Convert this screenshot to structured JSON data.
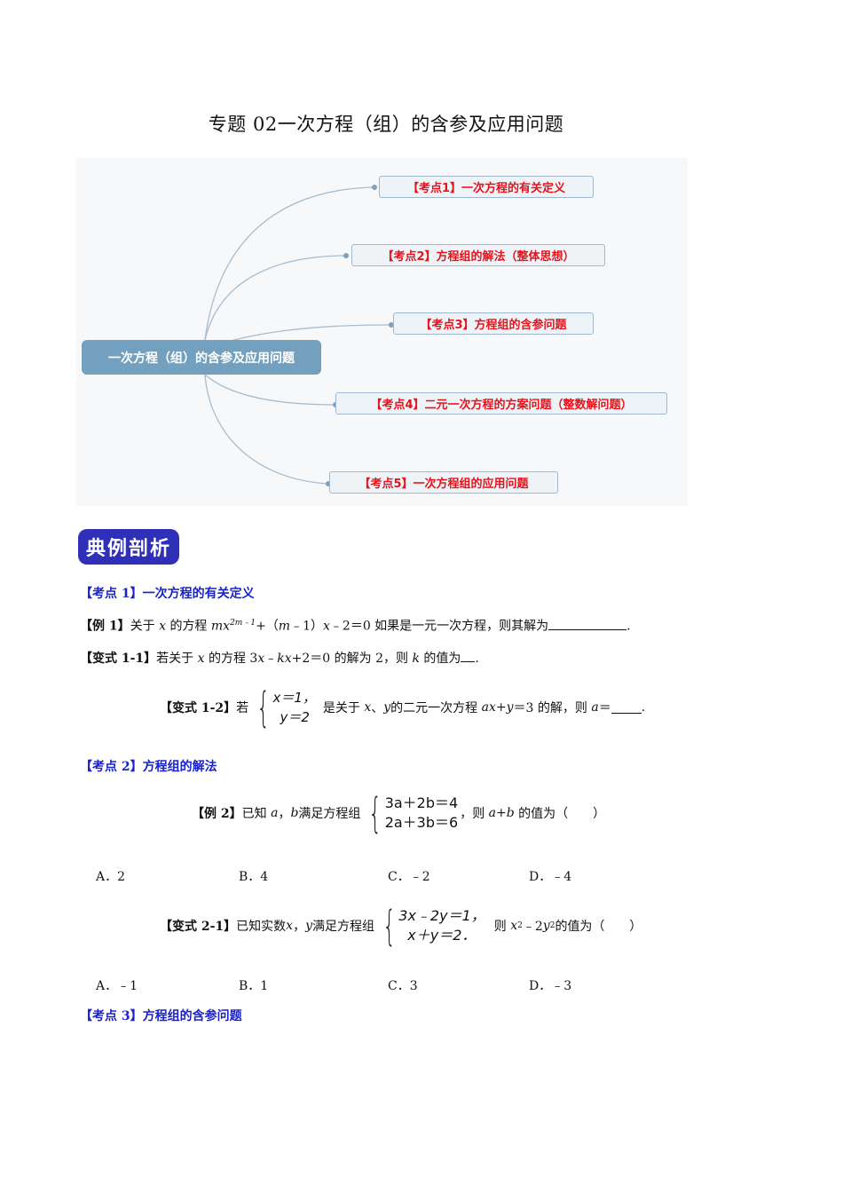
{
  "title": "专题 02一次方程（组）的含参及应用问题",
  "mindmap": {
    "root": "一次方程（组）的含参及应用问题",
    "branches": [
      {
        "label": "【考点1】一次方程的有关定义"
      },
      {
        "label": "【考点2】方程组的解法（整体思想）"
      },
      {
        "label": "【考点3】方程组的含参问题"
      },
      {
        "label": "【考点4】二元一次方程的方案问题（整数解问题）"
      },
      {
        "label": "【考点5】一次方程组的应用问题"
      }
    ],
    "colors": {
      "root_bg": "#73a0bf",
      "branch_text": "#e8121a",
      "branch_bg": "#eef3f8",
      "connector": "#9fb8cf"
    }
  },
  "badge": {
    "label": "典例剖析",
    "color": "#2f30b7"
  },
  "sections": [
    {
      "heading": "【考点 1】一次方程的有关定义",
      "items": [
        {
          "tag": "【例 1】",
          "text_a": "关于",
          "var_x": "x",
          "text_b": "的方程",
          "expr_a": "mx",
          "sup": "2m﹣1",
          "expr_b": "+（",
          "expr_m": "m",
          "expr_c": "﹣1）",
          "expr_x": "x",
          "expr_d": "﹣2＝0 如果是一元一次方程，则其解为",
          "end": "."
        },
        {
          "tag": "【变式 1-1】",
          "text_a": "若关于",
          "var_x": "x",
          "text_b": "的方程 3",
          "var_x2": "x",
          "text_c": "﹣",
          "var_kx": "kx",
          "text_d": "+2＝0 的解为 2，则",
          "var_k": "k",
          "text_e": "的值为",
          "end": "."
        },
        {
          "tag": "【变式 1-2】",
          "text_a": "若",
          "system": [
            "x＝1，",
            "y＝2"
          ],
          "text_b": "是关于",
          "var_x": "x",
          "text_c": "、",
          "var_y": "y",
          "text_d": "的二元一次方程",
          "var_ax": "ax",
          "text_e": "+",
          "var_y2": "y",
          "text_f": "＝3 的解，则",
          "var_a": "a",
          "text_g": "＝",
          "end": "."
        }
      ]
    },
    {
      "heading": "【考点 2】方程组的解法",
      "items": [
        {
          "tag": "【例 2】",
          "text_a": "已知",
          "var_a": "a",
          "text_b": "，",
          "var_b": "b",
          "text_c": "满足方程组",
          "system": [
            "3a＋2b＝4",
            "2a＋3b＝6"
          ],
          "text_d": "，则",
          "var_ab": "a+b",
          "text_e": "的值为（　　）",
          "options": [
            "A．2",
            "B．4",
            "C．﹣2",
            "D．﹣4"
          ]
        },
        {
          "tag": "【变式 2-1】",
          "text_a": "已知实数",
          "var_x": "x",
          "text_b": "，",
          "var_y": "y",
          "text_c": "满足方程组",
          "system": [
            "3x﹣2y＝1，",
            "x＋y＝2．"
          ],
          "text_d": "则",
          "var_x2": "x",
          "sup1": "2",
          "text_e": "﹣2",
          "var_y2": "y",
          "sup2": "2",
          "text_f": "的值为（　　）",
          "options": [
            "A．﹣1",
            "B．1",
            "C．3",
            "D．﹣3"
          ]
        }
      ]
    },
    {
      "heading": "【考点 3】方程组的含参问题",
      "items": []
    }
  ]
}
